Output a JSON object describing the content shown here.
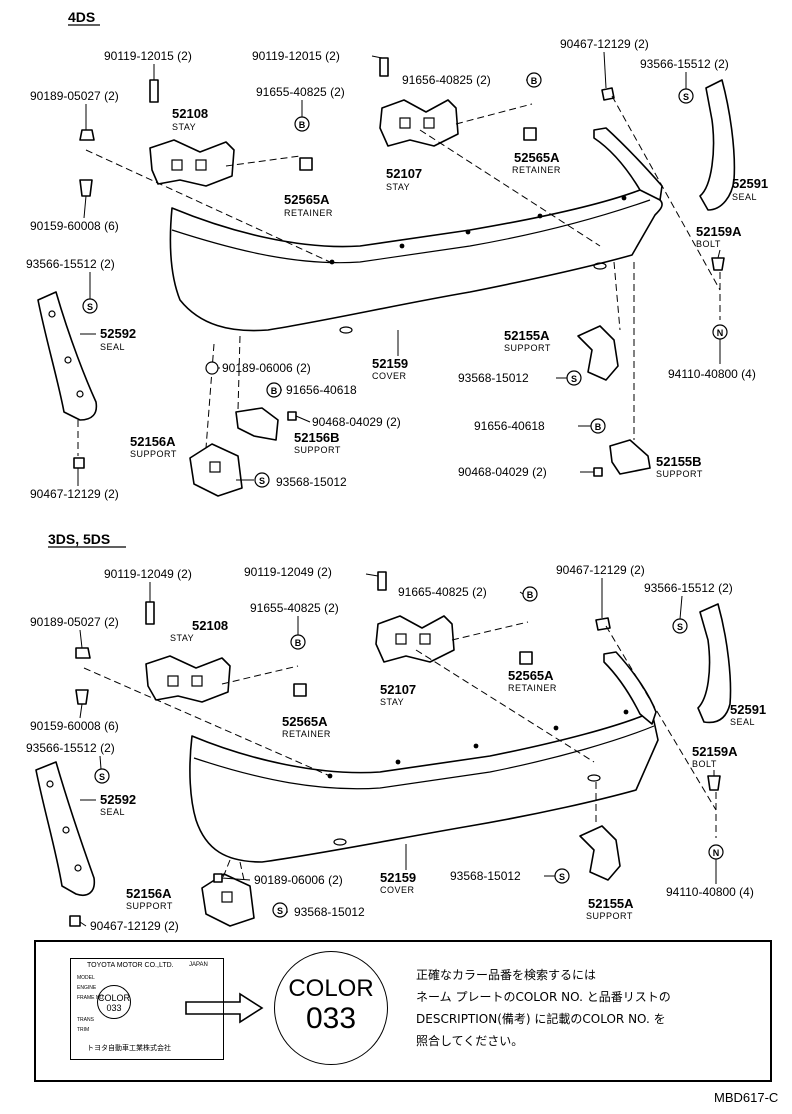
{
  "sections": {
    "upper_title": "4DS",
    "lower_title": "3DS, 5DS"
  },
  "upper": {
    "p1": "90119-12015 (2)",
    "p2": "90119-12015 (2)",
    "p3": "90467-12129 (2)",
    "p4": "90189-05027 (2)",
    "p5_num": "52108",
    "p5_sub": "STAY",
    "p6": "91655-40825 (2)",
    "p7": "91656-40825 (2)",
    "p8": "93566-15512 (2)",
    "p9_num": "52565A",
    "p9_sub": "RETAINER",
    "p10_num": "52107",
    "p10_sub": "STAY",
    "p11_num": "52591",
    "p11_sub": "SEAL",
    "p12": "90159-60008 (6)",
    "p13_num": "52565A",
    "p13_sub": "RETAINER",
    "p14_num": "52159A",
    "p14_sub": "BOLT",
    "p15": "93566-15512 (2)",
    "p16_num": "52592",
    "p16_sub": "SEAL",
    "p17_num": "52155A",
    "p17_sub": "SUPPORT",
    "p18_num": "52159",
    "p18_sub": "COVER",
    "p19": "90189-06006 (2)",
    "p20": "93568-15012",
    "p21": "94110-40800 (4)",
    "p22": "91656-40618",
    "p23": "90468-04029 (2)",
    "p24_num": "52156A",
    "p24_sub": "SUPPORT",
    "p25_num": "52156B",
    "p25_sub": "SUPPORT",
    "p26": "91656-40618",
    "p27": "90468-04029 (2)",
    "p28_num": "52155B",
    "p28_sub": "SUPPORT",
    "p29": "93568-15012",
    "p30": "90467-12129 (2)"
  },
  "lower": {
    "p1": "90119-12049 (2)",
    "p2": "90119-12049 (2)",
    "p3": "90467-12129 (2)",
    "p4": "91665-40825 (2)",
    "p5": "90189-05027 (2)",
    "p6_num": "52108",
    "p6_sub": "STAY",
    "p7": "91655-40825 (2)",
    "p8": "93566-15512 (2)",
    "p9_num": "52565A",
    "p9_sub": "RETAINER",
    "p10_num": "52107",
    "p10_sub": "STAY",
    "p11_num": "52591",
    "p11_sub": "SEAL",
    "p12": "90159-60008 (6)",
    "p13_num": "52565A",
    "p13_sub": "RETAINER",
    "p14_num": "52159A",
    "p14_sub": "BOLT",
    "p15": "93566-15512 (2)",
    "p16_num": "52592",
    "p16_sub": "SEAL",
    "p17": "93568-15012",
    "p18_num": "52159",
    "p18_sub": "COVER",
    "p19": "94110-40800 (4)",
    "p20_num": "52156A",
    "p20_sub": "SUPPORT",
    "p21": "90189-06006 (2)",
    "p22_num": "52155A",
    "p22_sub": "SUPPORT",
    "p23": "93568-15012",
    "p24": "90467-12129 (2)"
  },
  "circle_marks": {
    "b": "B",
    "s": "S",
    "n": "N"
  },
  "plate": {
    "maker": "TOYOTA MOTOR CO.,LTD.",
    "country": "JAPAN",
    "circle_label": "COLOR",
    "circle_code": "033",
    "footer": "トヨタ自動車工業株式会社",
    "line1": "MODEL",
    "line2": "ENGINE",
    "line3": "FRAME NO.",
    "line4": "TRANS",
    "line5": "TRIM"
  },
  "color_badge": {
    "word": "COLOR",
    "code": "033"
  },
  "note": {
    "line1": "正確なカラー品番を検索するには",
    "line2": "ネーム プレートのCOLOR NO. と品番リストの",
    "line3": "DESCRIPTION(備考) に記載のCOLOR NO. を",
    "line4": "照合してください。"
  },
  "figure_code": "MBD617-C"
}
